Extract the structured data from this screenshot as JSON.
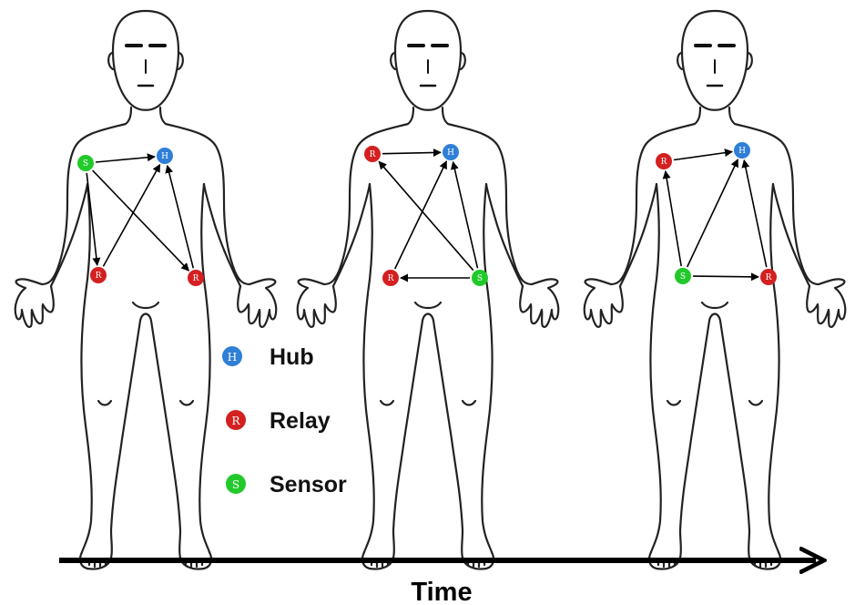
{
  "colors": {
    "hub": "#2f7fd6",
    "relay": "#d42020",
    "sensor": "#22c92a",
    "outline": "#222222",
    "arrow": "#000000"
  },
  "node_letters": {
    "hub": "H",
    "relay": "R",
    "sensor": "S"
  },
  "legend": {
    "hub_label": "Hub",
    "relay_label": "Relay",
    "sensor_label": "Sensor"
  },
  "time_axis": {
    "label": "Time"
  },
  "panels": [
    {
      "nodes": [
        {
          "id": "s",
          "type": "sensor"
        },
        {
          "id": "h",
          "type": "hub"
        },
        {
          "id": "r1",
          "type": "relay"
        },
        {
          "id": "r2",
          "type": "relay"
        }
      ],
      "edges": [
        [
          "s",
          "h"
        ],
        [
          "s",
          "r1"
        ],
        [
          "s",
          "r2"
        ],
        [
          "r1",
          "h"
        ],
        [
          "r2",
          "h"
        ]
      ]
    },
    {
      "nodes": [
        {
          "id": "r1",
          "type": "relay"
        },
        {
          "id": "h",
          "type": "hub"
        },
        {
          "id": "r2",
          "type": "relay"
        },
        {
          "id": "s",
          "type": "sensor"
        }
      ],
      "edges": [
        [
          "r1",
          "h"
        ],
        [
          "r2",
          "h"
        ],
        [
          "s",
          "r2"
        ],
        [
          "s",
          "r1"
        ],
        [
          "s",
          "h"
        ]
      ]
    },
    {
      "nodes": [
        {
          "id": "r1",
          "type": "relay"
        },
        {
          "id": "h",
          "type": "hub"
        },
        {
          "id": "s",
          "type": "sensor"
        },
        {
          "id": "r2",
          "type": "relay"
        }
      ],
      "edges": [
        [
          "r1",
          "h"
        ],
        [
          "s",
          "r1"
        ],
        [
          "s",
          "h"
        ],
        [
          "s",
          "r2"
        ],
        [
          "r2",
          "h"
        ]
      ]
    }
  ]
}
